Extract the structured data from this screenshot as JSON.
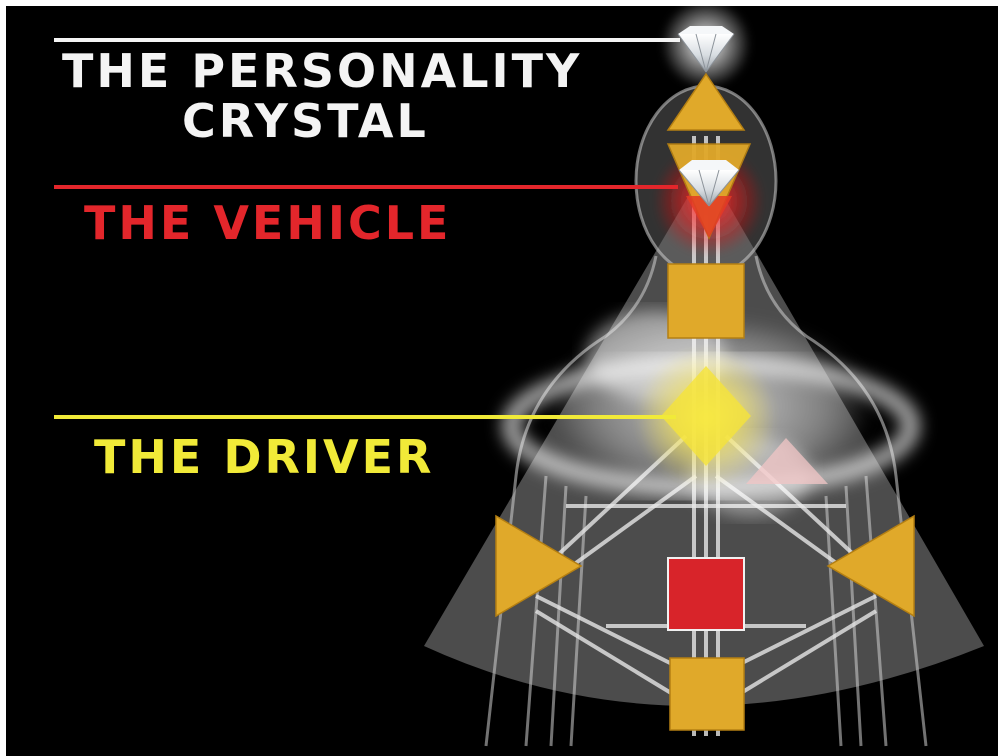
{
  "labels": {
    "personality_line1": "The Personality",
    "personality_line2": "Crystal",
    "vehicle": "The Vehicle",
    "driver": "The Driver"
  },
  "colors": {
    "background": "#000000",
    "personality": "#f4f4f4",
    "vehicle": "#e3262b",
    "driver": "#f1ea38",
    "center_gold": "#e0a92a",
    "center_red": "#d8242a",
    "aura": "#8a8a8a"
  },
  "icons": [
    "diamond-crystal-top",
    "diamond-crystal-head",
    "bodygraph-centers",
    "human-silhouette"
  ]
}
